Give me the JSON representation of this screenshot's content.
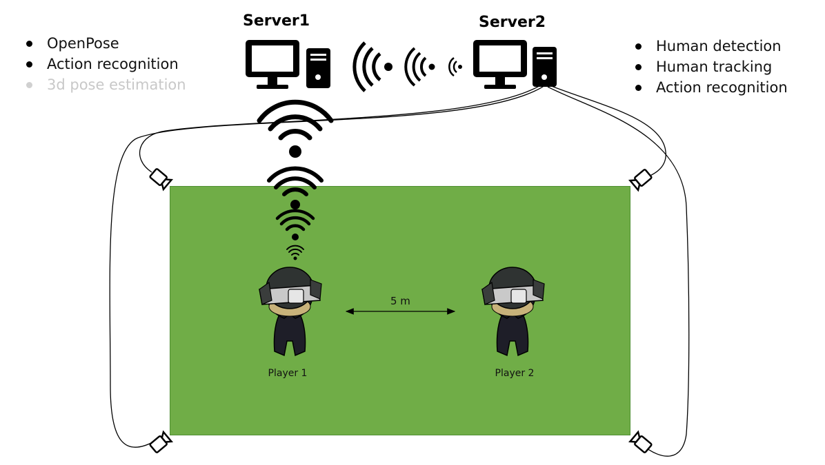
{
  "servers": {
    "server1": {
      "title": "Server1"
    },
    "server2": {
      "title": "Server2"
    }
  },
  "server1_tasks": [
    {
      "label": "OpenPose",
      "muted": false
    },
    {
      "label": "Action recognition",
      "muted": false
    },
    {
      "label": "3d pose estimation",
      "muted": true
    }
  ],
  "server2_tasks": [
    {
      "label": "Human detection"
    },
    {
      "label": "Human tracking"
    },
    {
      "label": "Action recognition"
    }
  ],
  "field": {
    "color": "#70ad47"
  },
  "players": [
    {
      "label": "Player 1"
    },
    {
      "label": "Player 2"
    }
  ],
  "distance": {
    "label": "5 m"
  },
  "icons": [
    "desktop-computer-icon",
    "wifi-icon",
    "camera-icon",
    "vr-player-icon"
  ]
}
